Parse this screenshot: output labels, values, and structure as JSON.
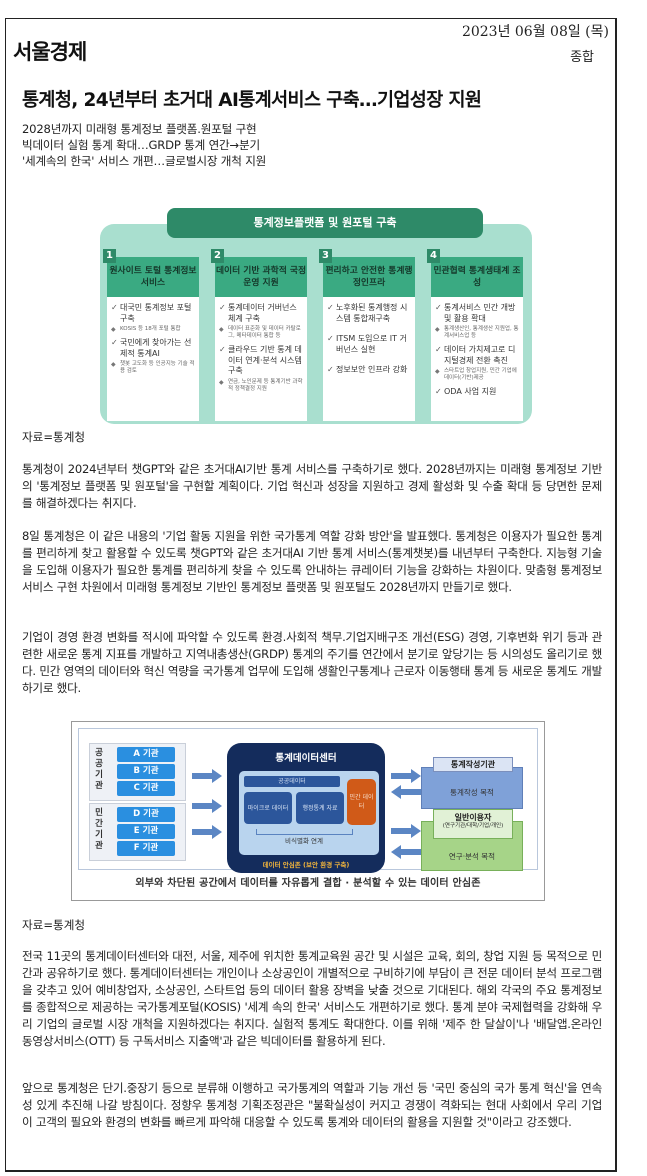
{
  "header": {
    "date": "2023년 06월 08일 (목)",
    "section": "종합",
    "paper_name": "서울경제"
  },
  "article": {
    "headline": "통계청, 24년부터 초거대 AI통계서비스 구축…기업성장 지원",
    "subheads": [
      "2028년까지 미래형 통계정보 플랫폼.원포털 구현",
      "빅데이터 실험 통계 확대…GRDP 통계 연간→분기",
      "'세계속의 한국' 서비스 개편…글로벌시장 개척 지원"
    ],
    "figure1": {
      "banner": "통계정보플랫폼 및 원포털 구축",
      "columns": [
        {
          "num": "1",
          "title": "원사이트 토털 통계정보서비스",
          "items": [
            {
              "text": "대국민 통계정보 포털 구축",
              "sub": "KOSIS 등 18개 포털 통합"
            },
            {
              "text": "국민에게 찾아가는 선제적 통계AI",
              "sub": "챗봇 고도화 등 인공지능 기술 적용 검토"
            }
          ]
        },
        {
          "num": "2",
          "title": "데이터 기반 과학적 국정운영 지원",
          "items": [
            {
              "text": "통계데이터 거버넌스체계 구축",
              "sub": "데이터 표준화 및 데이터 카탈로그, 메타데이터 통합 등"
            },
            {
              "text": "클라우드 기반 통계 데이터 연계·분석 시스템 구축",
              "sub": "연금, 노인문제 등 통계기반 과학적 정책결정 지원"
            }
          ]
        },
        {
          "num": "3",
          "title": "편리하고 안전한 통계행정인프라",
          "items": [
            {
              "text": "노후화된 통계행정 시스템 통합재구축",
              "sub": ""
            },
            {
              "text": "ITSM 도입으로 IT 거버넌스 실현",
              "sub": ""
            },
            {
              "text": "정보보안 인프라 강화",
              "sub": ""
            }
          ]
        },
        {
          "num": "4",
          "title": "민관협력 통계생태계 조성",
          "items": [
            {
              "text": "통계서비스 민간 개방 및 활용 확대",
              "sub": "통계생산인, 통계생산 지원업, 통계서비스업 등"
            },
            {
              "text": "데이터 가치제고로 디지털경제 전환 촉진",
              "sub": "스타트업 창업지원, 민간 기업에데이터(기반)제공"
            },
            {
              "text": "ODA 사업 지원",
              "sub": ""
            }
          ]
        }
      ],
      "caption": "자료=통계청"
    },
    "paragraphs": [
      "통계청이 2024년부터 챗GPT와 같은 초거대AI기반 통계 서비스를 구축하기로 했다. 2028년까지는 미래형 통계정보 기반의 '통계정보 플랫폼 및 원포털'을 구현할 계획이다. 기업 혁신과 성장을 지원하고 경제 활성화 및 수출 확대 등 당면한 문제를 해결하겠다는 취지다.",
      "8일 통계청은 이 같은 내용의 '기업 활동 지원을 위한 국가통계 역할 강화 방안'을 발표했다. 통계청은 이용자가 필요한 통계를 편리하게 찾고 활용할 수 있도록 챗GPT와 같은 초거대AI 기반 통계 서비스(통계챗봇)를 내년부터 구축한다. 지능형 기술을 도입해 이용자가 필요한 통계를 편리하게 찾을 수 있도록 안내하는 큐레이터 기능을 강화하는 차원이다. 맞춤형 통계정보서비스 구현 차원에서 미래형 통계정보 기반인 통계정보 플랫폼 및 원포털도 2028년까지 만들기로 했다.",
      "기업이 경영 환경 변화를 적시에 파악할 수 있도록 환경.사회적 책무.기업지배구조 개선(ESG) 경영, 기후변화 위기 등과 관련한 새로운 통계 지표를 개발하고 지역내총생산(GRDP) 통계의 주기를 연간에서 분기로 앞당기는 등 시의성도 올리기로 했다. 민간 영역의 데이터와 혁신 역량을 국가통계 업무에 도입해 생활인구통계나 근로자 이동행태 통계 등 새로운 통계도 개발하기로 했다.",
      "전국 11곳의 통계데이터센터와 대전, 서울, 제주에 위치한 통계교육원 공간 및 시설은 교육, 회의, 창업 지원 등 목적으로 민간과 공유하기로 했다. 통계데이터센터는 개인이나 소상공인이 개별적으로 구비하기에 부담이 큰 전문 데이터 분석 프로그램을 갖추고 있어 예비창업자, 소상공인, 스타트업 등의 데이터 활용 장벽을 낮출 것으로 기대된다. 해외 각국의 주요 통계정보를 종합적으로 제공하는 국가통계포털(KOSIS) '세계 속의 한국' 서비스도 개편하기로 했다. 통계 분야 국제협력을 강화해 우리 기업의 글로벌 시장 개척을 지원하겠다는 취지다. 실험적 통계도 확대한다. 이를 위해 '제주 한 달살이'나 '배달앱.온라인동영상서비스(OTT) 등 구독서비스 지출액'과 같은 빅데이터를 활용하게 된다.",
      "앞으로 통계청은 단기.중장기 등으로 분류해 이행하고 국가통계의 역할과 기능 개선 등 '국민 중심의 국가 통계 혁신'을 연속성 있게 추진해 나갈 방침이다. 정향우 통계청 기획조정관은 \"불확실성이 커지고 경쟁이 격화되는 현대 사회에서 우리 기업이 고객의 필요와 환경의 변화를 빠르게 파악해 대응할 수 있도록 통계와 데이터의 활용을 지원할 것\"이라고 강조했다."
    ],
    "figure2": {
      "public_group_label": "공공기관",
      "private_group_label": "민간기관",
      "agencies": [
        "A 기관",
        "B 기관",
        "C 기관",
        "D 기관",
        "E 기관",
        "F 기관"
      ],
      "center_title": "통계데이터센터",
      "public_data": "공공데이터",
      "micro_data": "마이크로 데이터",
      "admin_data": "행정통계 자료",
      "private_data": "민간 데이터",
      "link_label": "비식별화 연계",
      "safe_zone": "데이터 안심존 (보안 환경 구축)",
      "stat_org_title": "통계작성기관",
      "stat_org_purpose": "통계작성 목적",
      "user_title": "일반이용자",
      "user_sub": "(연구기관/대학/기업/개인)",
      "user_purpose": "연구·분석 목적",
      "caption_inside": "외부와 차단된 공간에서 데이터를 자유롭게 결합 · 분석할 수 있는 데이터 안심존",
      "caption": "자료=통계청"
    }
  },
  "colors": {
    "banner_green": "#2e8a68",
    "header_green": "#3aaa82",
    "mint_bg": "#a9dfcf",
    "navy": "#142c5c",
    "agency_blue": "#2a8fe0",
    "orange": "#d05a18"
  }
}
